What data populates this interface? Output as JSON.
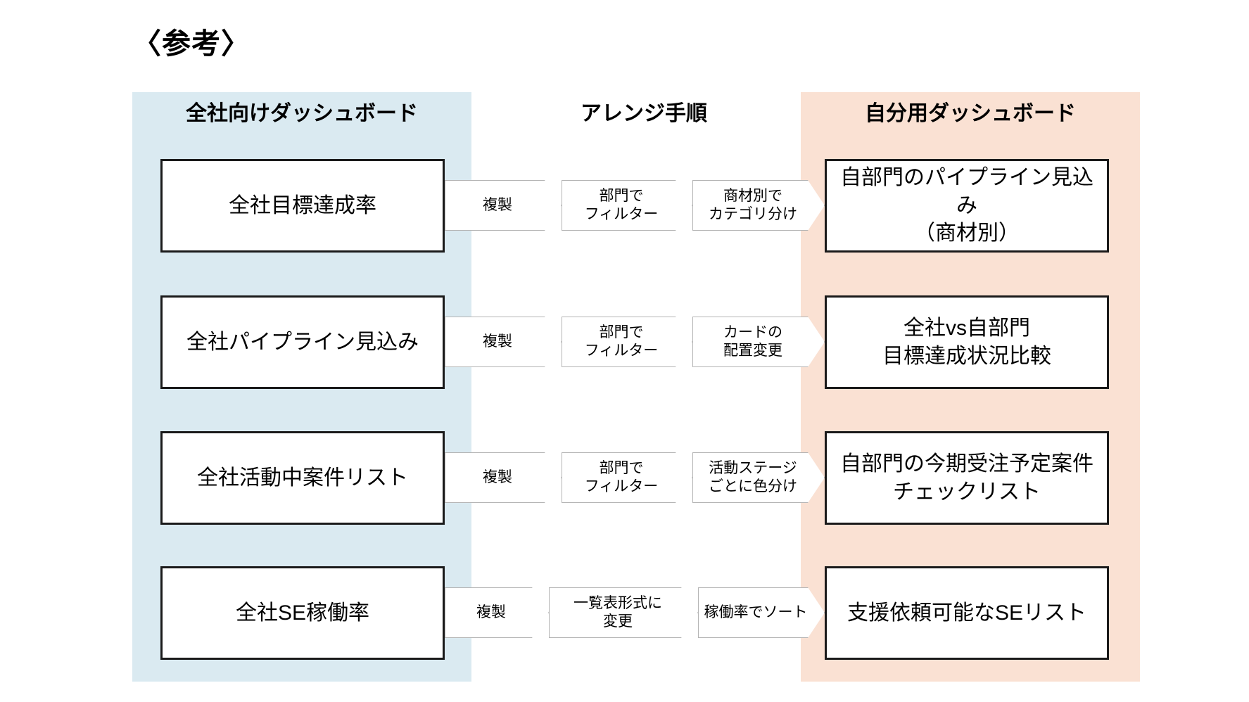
{
  "title": "〈参考〉",
  "colors": {
    "left_panel": "#daeaf1",
    "right_panel": "#fae1d3",
    "box_border": "#1a1a1a",
    "chevron_border": "#b4b4b4",
    "background": "#ffffff"
  },
  "columns": {
    "left_header": "全社向けダッシュボード",
    "middle_header": "アレンジ手順",
    "right_header": "自分用ダッシュボード"
  },
  "rows": [
    {
      "source": "全社目標達成率",
      "steps": [
        "複製",
        "部門で\nフィルター",
        "商材別で\nカテゴリ分け"
      ],
      "target": "自部門のパイプライン見込み\n（商材別）"
    },
    {
      "source": "全社パイプライン見込み",
      "steps": [
        "複製",
        "部門で\nフィルター",
        "カードの\n配置変更"
      ],
      "target": "全社vs自部門\n目標達成状況比較"
    },
    {
      "source": "全社活動中案件リスト",
      "steps": [
        "複製",
        "部門で\nフィルター",
        "活動ステージ\nごとに色分け"
      ],
      "target": "自部門の今期受注予定案件\nチェックリスト"
    },
    {
      "source": "全社SE稼働率",
      "steps": [
        "複製",
        "一覧表形式に\n変更",
        "稼働率でソート"
      ],
      "target": "支援依頼可能なSEリスト"
    }
  ]
}
